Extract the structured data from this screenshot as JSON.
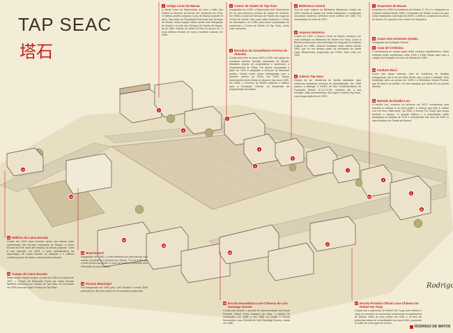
{
  "title": "TAP SEAC",
  "title_cn": "塔石",
  "credit": "RODRIGO DE MATOS",
  "signature": "Rodrigo",
  "colors": {
    "accent": "#c81e1e",
    "paper": "#f3ecd6",
    "ink": "#3a2f2a",
    "road": "#d8cfb4"
  },
  "top_notes": [
    {
      "num": "1",
      "name": "Antigo Liceu de Macau",
      "body": "A Santa Casa da Misericórdia ali criou o Asilo dos Órfãos no decorrer do século XIX, fechando em 1918. O edifício acolheu depois o Liceu de Macau durante 34 anos. Para além da Repartição Provincial dos Serviços de Saúde, neste espaço esteve ainda uma Delegação de Saúde e a sede dos Serviços de Saúde de Macau, já em 1980. Depois de obras no final do século XX, o novo edifício recebeu de novo o Instituto Cultural, em 2006."
    },
    {
      "num": "2",
      "name": "Centro de Saúde do Tap Seac",
      "body": "Inaugurado em 1936, o Dispensário Anti-Tuberculoso foi um dos primeiros centros de saúde do território. Em 1958, a Junta de Serviços de Saúde deu lugar ao Centro de Saúde. Nas suas salas funcionou o Posto de Vacinação e, em 1980, para servir a população, foi construído o Centro de Saúde do Tap Seac, como hoje conhecido."
    },
    {
      "num": "3",
      "name": "Moradias da Conselheiro Ferreira de Almeida",
      "body": "Construída entre os anos 1920 e 1930, este grupo de moradias acolheu famílias abastadas de Macau. Mudaram depois de proprietários e acolheram o Departamento de Obras. Foi depois recuperado a partir de 1976 e adaptado a serviços de interesse público. Desse modo foram distinguidas com o primeiro prémio do RICA, em 1992. Novas intervenções foram feitas no decorrer dos anos 1990. Em 2006, o Governo da RAEM adquiriu o edifício para a Fundação Oriente, na sequência da programação da cidade."
    },
    {
      "num": "4",
      "name": "Biblioteca Central",
      "body": "Tem as suas origens na Biblioteca Macaense, criada em 1929. Depois de passar por várias instalações, a instituição encontrou endereço definitivo neste edifício em 1983. Foi remodelada no início de 2007."
    },
    {
      "num": "5",
      "name": "Arquivo Histórico",
      "body": "Criado em 1952, o Arquivo Geral de Macau começou por estar instalado na Biblioteca Sir Robert Ho Tung. Como a Biblioteca Nacional, esta instituição foi integrada no Instituto Cultural em 1986, estando instalada neste edifício desde 1982, que foi em tempos palco da actividade de Santa Casa Misericórdia, projectado por Pedro José Lobo em 1951."
    },
    {
      "num": "6",
      "name": "Galeria Tap Seac",
      "body": "Depois de ser residência de família abastada, aqui estiveram instalados serviços de administração. Em 1995 passou a albergar o Centro de Arte Contemporânea da Fundação Oriente (C.A.C.O.M), inclusive até à sua extinção. Mais recentemente, deu lugar à Galeria Tap Seac, cuja inauguração foi em 2003."
    },
    {
      "num": "7",
      "name": "Orquestra de Macau",
      "body": "Fundada em 1983 na Academia de Música S. Pio X e integrada no Instituto Cultural desde 1986, a Orquestra de Macau mudou-se para estas instalações nos finais de 2006 e o edifício, construído no início do século XX, passou a ser a sede da Orquestra."
    },
    {
      "num": "8",
      "name": "Casas dos Invisíveis Ajudas",
      "body": "Delegação da Fundação Oriente."
    },
    {
      "num": "9",
      "name": "Casa de Cerâmica",
      "body": "A semelhança de outras casas deste conjunto arquitectónico, estes edifícios foram construídos entre 1905 e 1908. Neste caso com a criação da fundação no início da década de 1980."
    },
    {
      "num": "10",
      "name": "Instituto Ricci",
      "body": "Como nas casas vizinhas, este foi residência de famílias portuguesas, até à era de Abbé Dentil, que a inicia a tradição. Esta instituição abriu as portas em 1999 e a Biblioteca Zohais Pereira, que foi aberta ao público, um dos espaços que ainda tem as portas abertas."
    },
    {
      "num": "11",
      "name": "Mansão da família Lou",
      "body": "A família Lou, comprou os terrenos em 1870, construindo uma mansão à chinesa e um belo jardim: o mesmo que hoje é Jardim Lou Lim Ieoc. Mais tarde, em 1906, o Escola Pui Ching, que ocupa também o espaço. O grande edifício e a propriedade estão protegidos na década de 1970 e remodelada nos anos de 2002. A casa também na Cidade de Macau."
    }
  ],
  "bottom_notes": [
    {
      "num": "12",
      "name": "Edifício da Caixa Escolar",
      "body": "Criado em 1919 para fornecer apoio aos alunos mais carenciados nas escolas municipais de Macau, a Caixa Escolar ali teve sede até meados do século passado. Com a sua extinção, em 1923, a sede administrativa da Associação de Caixa Escolar foi utilizada e o edifício acolheu grupos de teatro e associações culturais."
    },
    {
      "num": "13",
      "name": "Campo da Caixa Escolar",
      "body": "Neste amplo espaço exíguo, a partir de 1980 foi a escola de 1927, o Campo de Educação Física da Caixa Escolar também conhecido por Campo do Tap Seac, foi encerrado em 2005 para dar lugar à Praça do Tap Seac."
    },
    {
      "num": "14",
      "name": "Hotel Estoril",
      "body": "Inaugurado em 1962, o hotel destacou-se pela piscina com acesso ao jardim e a primeira em Macau. Foi em 1989 que o hotel fechou as portas. O hotel foi também conhecido pela dimensão da sua fachada."
    },
    {
      "num": "15",
      "name": "Piscina Municipal",
      "body": "Foi inaugurada em 1962 pelo Leal Senado e servia 5000 pessoas por dia como parte de um complexo desportivo."
    },
    {
      "num": "16",
      "name": "Escola Secundária Luso-Chinesa de Luís Gonzaga Gomes",
      "body": "Construída durante o período de implementação da Escola Primária Oficial Pedro Nolasco da Silva, o edifício foi inaugurado em 1938 e em 1985 foi criada a Escola Secundária Luso-Chinesa de Luís Gonzaga Gomes, criada em 1986."
    },
    {
      "num": "17",
      "name": "Escola Primária Oficial Luso-Chinesa Sir Robert Ho Tung",
      "body": "Criada sob o patrocínio de Robert Ho Tung, este edifício é mais um exemplo do movimento modernista na arquitectura de Macau. Abriu as suas portas em 1951 e foi alvo de profundas obras de remodelação nos anos 2000, passando a existir um único grau de ensino."
    }
  ],
  "markers": [
    "1",
    "2",
    "3",
    "4",
    "5",
    "6",
    "7",
    "8",
    "9",
    "10",
    "11",
    "12",
    "13",
    "14",
    "15",
    "16",
    "17"
  ]
}
